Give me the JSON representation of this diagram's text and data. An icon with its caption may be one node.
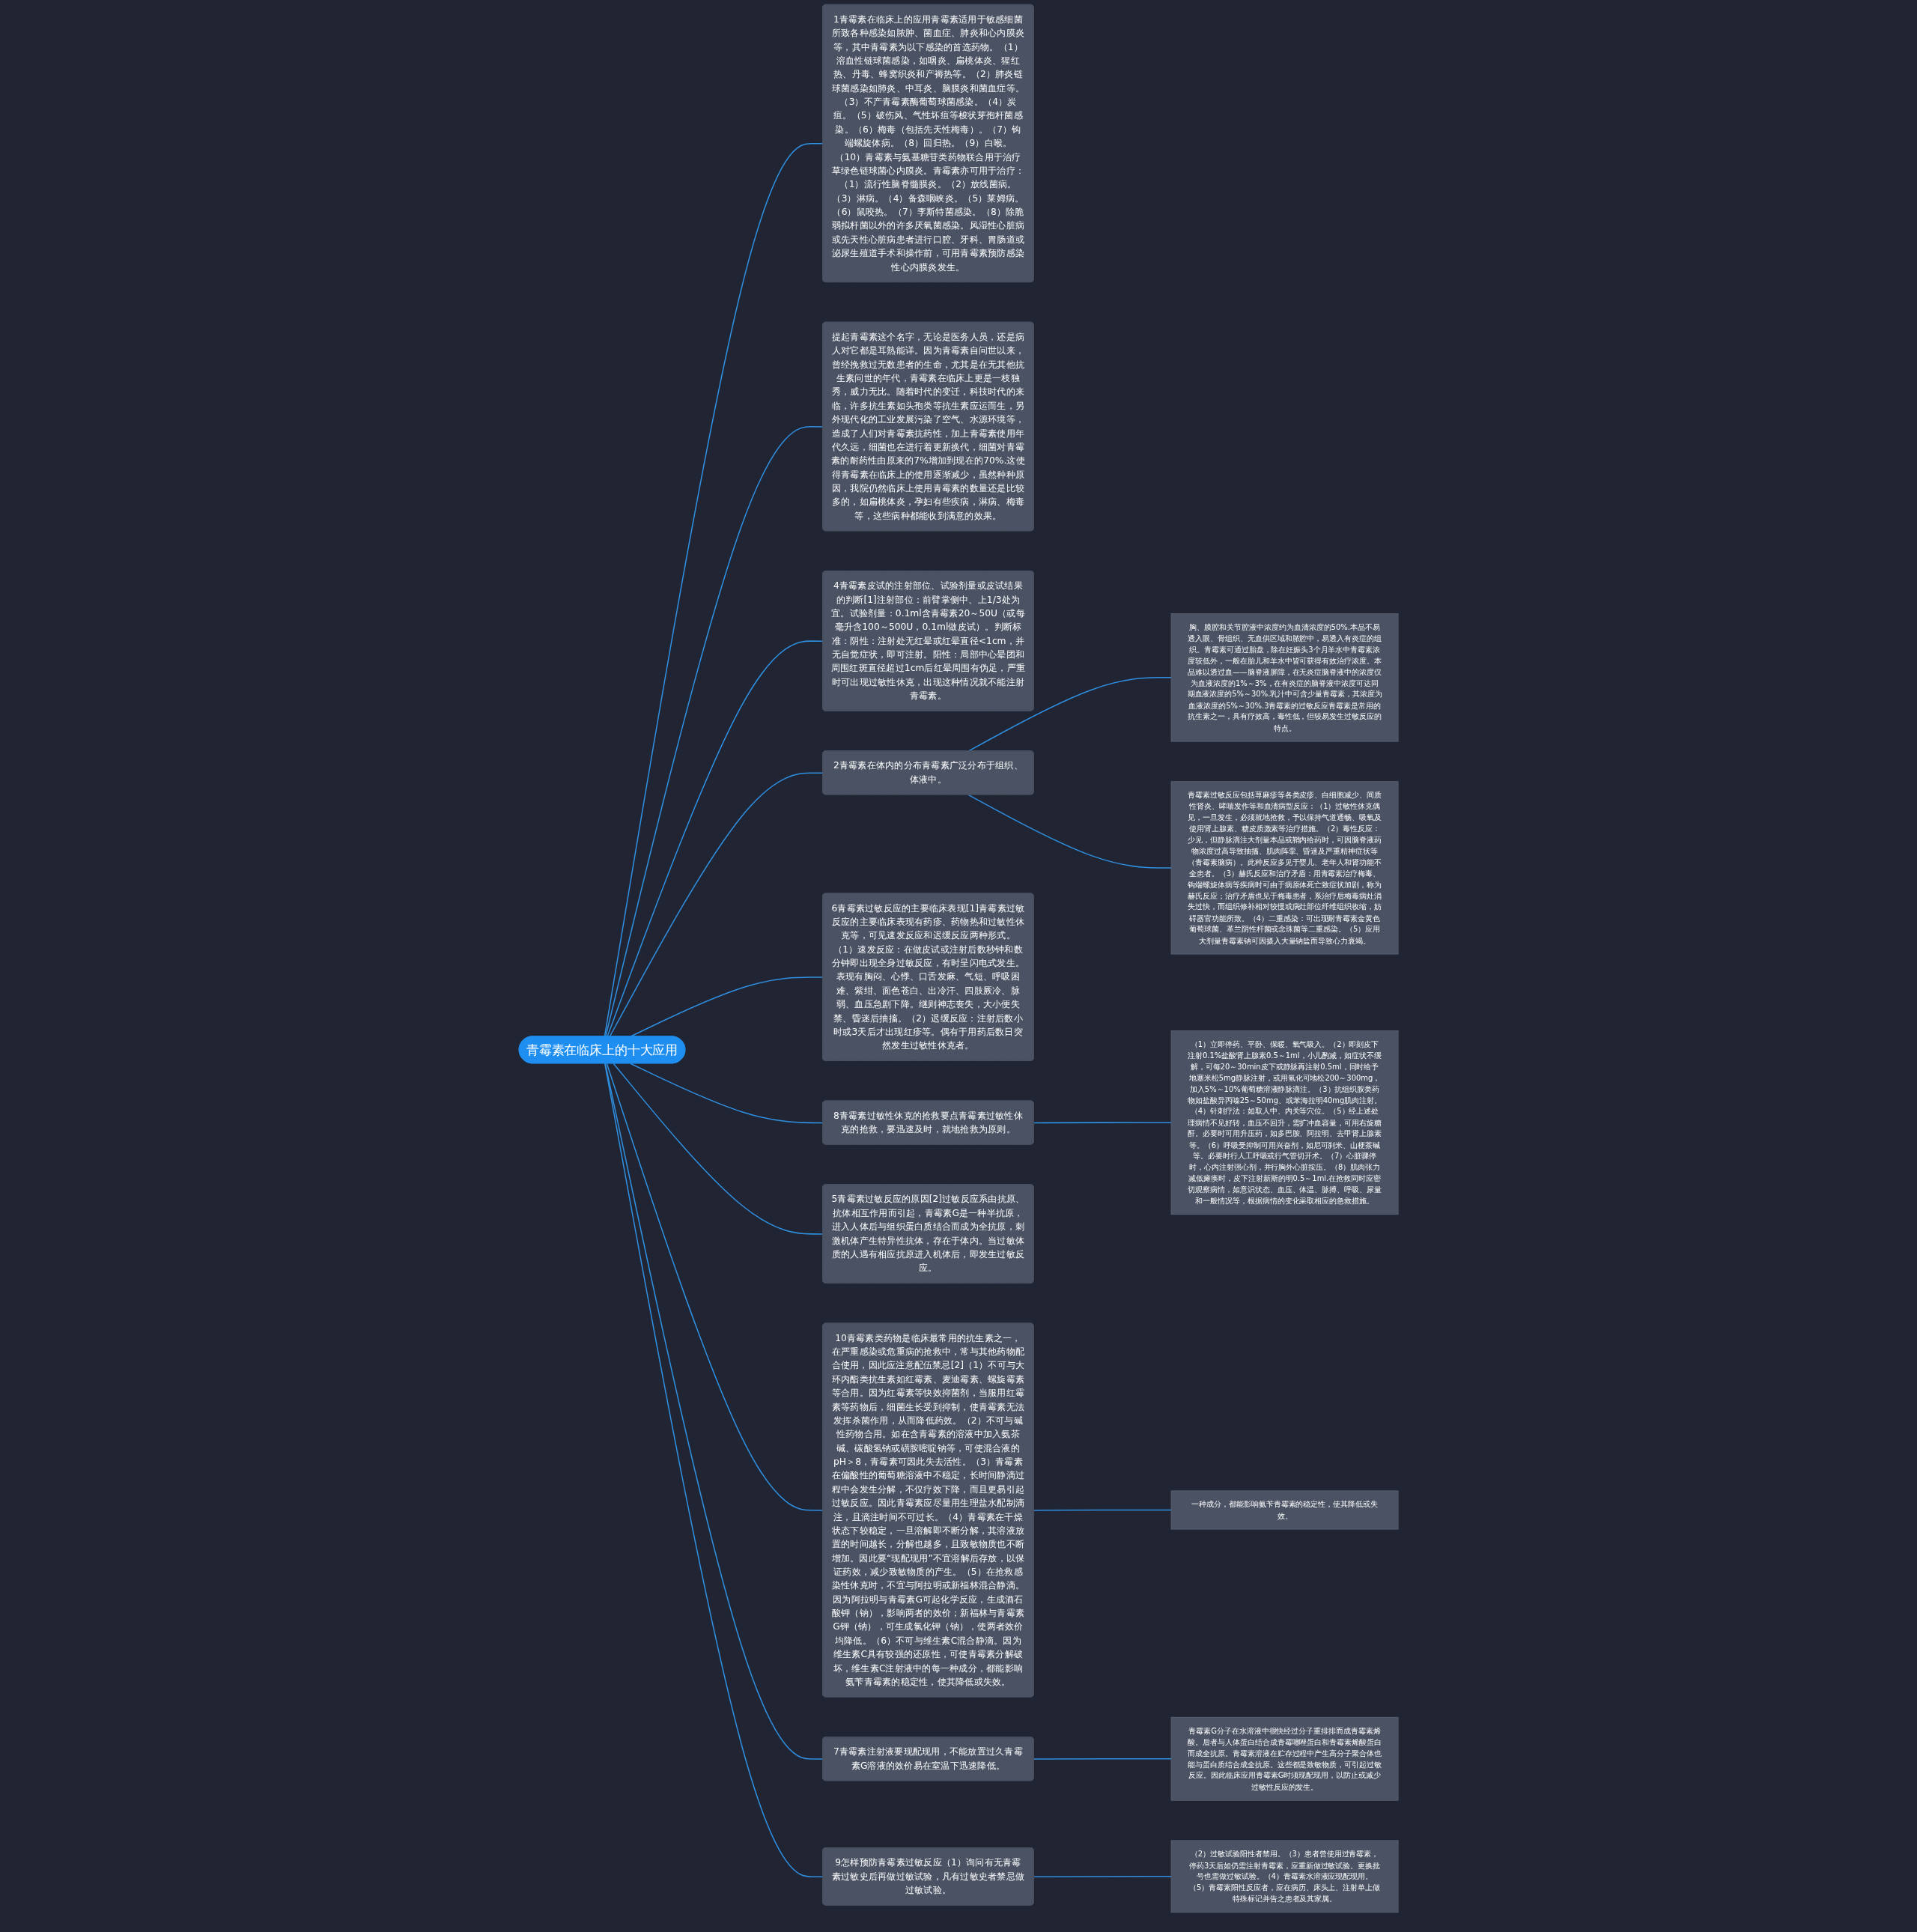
{
  "diagram": {
    "nodes": [
      {
        "text": [
          "青霉素在临床上的十大应用"
        ]
      },
      {
        "text": [
          "1青霉素在临床上的应用青霉素适用于敏感细菌所致各种感染如脓肿、菌血症、肺炎和心内膜炎等，其中青霉素为以下感染的首选药物。（1）溶血性链球菌感染，如咽炎、扁桃体炎、猩红热、丹毒、蜂窝织炎和产褥热等。（2）肺炎链球菌感染如肺炎、中耳炎、脑膜炎和菌血症等。（3）不产青霉素酶葡萄球菌感染。（4）炭疽。（5）破伤风、气性坏疽等梭状芽孢杆菌感染。（6）梅毒（包括先天性梅毒）。（7）钩端螺旋体病。（8）回归热。（9）白喉。（10）青霉素与氨基糖苷类药物联合用于治疗草绿色链球菌心内膜炎。青霉素亦可用于治疗：（1）流行性脑脊髓膜炎。（2）放线菌病。（3）淋病。（4）备森咽峡炎。（5）莱姆病。（6）鼠咬热。（7）李斯特菌感染。（8）除脆弱拟杆菌以外的许多厌氧菌感染。风湿性心脏病或先天性心脏病患者进行口腔、牙科、胃肠道或泌尿生殖道手术和操作前，可用青霉素预防感染性心内膜炎发生。"
        ]
      },
      {
        "text": [
          "提起青霉素这个名字，无论是医务人员，还是病人对它都是耳熟能详。因为青霉素自问世以来，曾经挽救过无数患者的生命，尤其是在无其他抗生素问世的年代，青霉素在临床上更是一枝独秀，威力无比。随着时代的变迁，科技时代的来临，许多抗生素如头孢类等抗生素应运而生，另外现代化的工业发展污染了空气、水源环境等，造成了人们对青霉素抗药性，加上青霉素使用年代久远，细菌也在进行着更新换代，细菌对青霉素的耐药性由原来的7%增加到现在的70%.这使得青霉素在临床上的使用逐渐减少，虽然种种原因，我院仍然临床上使用青霉素的数量还是比较多的，如扁桃体炎，孕妇有些疾病，淋病、梅毒等，这些病种都能收到满意的效果。"
        ]
      },
      {
        "text": [
          "4青霉素皮试的注射部位、试验剂量或皮试结果的判断[1]注射部位：前臂掌侧中、上1/3处为宜。试验剂量：0.1ml含青霉素20～50U（或每毫升含100～500U，0.1ml做皮试）。判断标准：阴性：注射处无红晕或红晕直径<1cm，并无自觉症状，即可注射。阳性：局部中心晕团和周围红斑直径超过1cm后红晕周围有伪足，严重时可出现过敏性休克，出现这种情况就不能注射青霉素。"
        ]
      },
      {
        "text": [
          "2青霉素在体内的分布青霉素广泛分布于组织、体液中。"
        ]
      },
      {
        "text": [
          "胸、膜腔和关节腔液中浓度约为血清浓度的50%.本品不易透入眼、骨组织、无血供区域和脓腔中，易透入有炎症的组织。青霉素可通过胎盘，除在妊娠头3个月羊水中青霉素浓度较低外，一般在胎儿和羊水中皆可获得有效治疗浓度。本品难以透过血——脑脊液屏障，在无炎症脑脊液中的浓度仅为血液浓度的1%～3%，在有炎症的脑脊液中浓度可达同期血液浓度的5%～30%.乳汁中可含少量青霉素，其浓度为血液浓度的5%～30%.3青霉素的过敏反应青霉素是常用的抗生素之一，具有疗效高，毒性低，但较易发生过敏反应的特点。"
        ]
      },
      {
        "text": [
          "青霉素过敏反应包括荨麻疹等各类皮疹、白细胞减少、间质性肾炎、哮喘发作等和血清病型反应：（1）过敏性休克偶见，一旦发生，必须就地抢救，予以保持气道通畅、吸氧及使用肾上腺素、糖皮质激素等治疗措施。（2）毒性反应：少见，但静脉滴注大剂量本品或鞘内给药时，可因脑脊液药物浓度过高导致抽搐、肌肉阵挛、昏迷及严重精神症状等（青霉素脑病）。此种反应多见于婴儿、老年人和肾功能不全患者。（3）赫氏反应和治疗矛盾：用青霉素治疗梅毒、钩端螺旋体病等疾病时可由于病原体死亡致症状加剧，称为赫氏反应；治疗矛盾也见于梅毒患者，系治疗后梅毒病灶消失过快，而组织修补相对较慢或病灶部位纤维组织收缩，妨碍器官功能所致。（4）二重感染：可出现耐青霉素金黄色葡萄球菌、革兰阴性杆菌或念珠菌等二重感染。（5）应用大剂量青霉素钠可因摄入大量钠盐而导致心力衰竭。"
        ]
      },
      {
        "text": [
          "6青霉素过敏反应的主要临床表现[1]青霉素过敏反应的主要临床表现有药疹、药物热和过敏性休克等，可见速发反应和迟缓反应两种形式。（1）速发反应：在做皮试或注射后数秒钟和数分钟即出现全身过敏反应，有时呈闪电式发生。表现有胸闷、心悸、口舌发麻、气短、呼吸困难、紫绀、面色苍白、出冷汗、四肢厥冷、脉弱、血压急剧下降。继则神志丧失，大小便失禁、昏迷后抽搐。（2）迟缓反应：注射后数小时或3天后才出现红疹等。偶有于用药后数日突然发生过敏性休克者。"
        ]
      },
      {
        "text": [
          "8青霉素过敏性休克的抢救要点青霉素过敏性休克的抢救，要迅速及时，就地抢救为原则。"
        ]
      },
      {
        "text": [
          "（1）立即停药、平卧、保暖、氧气吸入。（2）即刻皮下注射0.1%盐酸肾上腺素0.5～1ml，小儿酌减，如症状不缓解，可每20～30min皮下或静脉再注射0.5ml，同时给予地塞米松5mg静脉注射，或用氢化可地松200～300mg，加入5%～10%葡萄糖溶液静脉滴注。（3）抗组织胺类药物如盐酸异丙嗪25～50mg、或苯海拉明40mg肌肉注射。（4）针刺疗法：如取人中、内关等穴位。（5）经上述处理病情不见好转，血压不回升，需扩冲血容量，可用右旋糖酐。必要时可用升压药，如多巴胺、阿拉明、去甲肾上腺素等。（6）呼吸受抑制可用兴奋剂，如尼可刹米、山梗茶碱等。必要时行人工呼吸或行气管切开术。（7）心脏骤停时，心内注射强心剂，并行胸外心脏按压。（8）肌肉张力减低瘫痪时，皮下注射新斯的明0.5～1ml.在抢救同时应密切观察病情，如意识状态、血压、体温、脉搏、呼吸、尿量和一般情况等，根据病情的变化采取相应的急救措施。"
        ]
      },
      {
        "text": [
          "5青霉素过敏反应的原因[2]过敏反应系由抗原、抗体相互作用而引起，青霉素G是一种半抗原，进入人体后与组织蛋白质结合而成为全抗原，刺激机体产生特异性抗体，存在于体内。当过敏体质的人遇有相应抗原进入机体后，即发生过敏反应。"
        ]
      },
      {
        "text": [
          "10青霉素类药物是临床最常用的抗生素之一，在严重感染或危重病的抢救中，常与其他药物配合使用，因此应注意配伍禁忌[2]（1）不可与大环内酯类抗生素如红霉素、麦迪霉素、螺旋霉素等合用。因为红霉素等快效抑菌剂，当服用红霉素等药物后，细菌生长受到抑制，使青霉素无法发挥杀菌作用，从而降低药效。（2）不可与碱性药物合用。如在含青霉素的溶液中加入氨茶碱、碳酸氢钠或磺胺嘧啶钠等，可使混合液的pH＞8，青霉素可因此失去活性。（3）青霉素在偏酸性的葡萄糖溶液中不稳定，长时间静滴过程中会发生分解，不仅疗效下降，而且更易引起过敏反应。因此青霉素应尽量用生理盐水配制滴注，且滴注时间不可过长。（4）青霉素在干燥状态下较稳定，一旦溶解即不断分解，其溶液放置的时间越长，分解也越多，且致敏物质也不断增加。因此要“现配现用”不宜溶解后存放，以保证药效，减少致敏物质的产生。（5）在抢救感染性休克时，不宜与阿拉明或新福林混合静滴。因为阿拉明与青霉素G可起化学反应，生成酒石酸钾（钠），影响两者的效价；新福林与青霉素G钾（钠），可生成氯化钾（钠），使两者效价均降低。（6）不可与维生素C混合静滴。因为维生素C具有较强的还原性，可使青霉素分解破坏，维生素C注射液中的每一种成分，都能影响氨苄青霉素的稳定性，使其降低或失效。"
        ]
      },
      {
        "text": [
          "一种成分，都能影响氨苄青霉素的稳定性，使其降低或失效。"
        ]
      },
      {
        "text": [
          "7青霉素注射液要现配现用，不能放置过久青霉素G溶液的效价易在室温下迅速降低。"
        ]
      },
      {
        "text": [
          "青霉素G分子在水溶液中很快经过分子重排排而成青霉素烯酸。后者与人体蛋白结合成青霉噻唑蛋白和青霉素烯酸蛋白而成全抗原。青霉素溶液在贮存过程中产生高分子聚合体也能与蛋白质结合成全抗原。这些都是致敏物质，可引起过敏反应。因此临床应用青霉素G时须现配现用，以防止或减少过敏性反应的发生。"
        ]
      },
      {
        "text": [
          "9怎样预防青霉素过敏反应（1）询问有无青霉素过敏史后再做过敏试验，凡有过敏史者禁忌做过敏试验。"
        ]
      },
      {
        "text": [
          "（2）过敏试验阳性者禁用。（3）患者曾使用过青霉素，停药3天后如仍需注射青霉素，应重新做过敏试验。更换批号也需做过敏试验。（4）青霉素水溶液应现配现用。（5）青霉素阳性反应者，应在病历、床头上、注射单上做特殊标记并告之患者及其家属。"
        ]
      }
    ],
    "edges": [
      {
        "from": 0,
        "to": 1,
        "arrow": "none"
      },
      {
        "from": 0,
        "to": 2,
        "arrow": "none"
      },
      {
        "from": 0,
        "to": 3,
        "arrow": "none"
      },
      {
        "from": 0,
        "to": 4,
        "arrow": "none"
      },
      {
        "from": 4,
        "to": 5,
        "arrow": "none"
      },
      {
        "from": 4,
        "to": 6,
        "arrow": "none"
      },
      {
        "from": 0,
        "to": 7,
        "arrow": "none"
      },
      {
        "from": 0,
        "to": 8,
        "arrow": "none"
      },
      {
        "from": 8,
        "to": 9,
        "arrow": "none"
      },
      {
        "from": 0,
        "to": 10,
        "arrow": "none"
      },
      {
        "from": 0,
        "to": 11,
        "arrow": "none"
      },
      {
        "from": 11,
        "to": 12,
        "arrow": "none"
      },
      {
        "from": 0,
        "to": 13,
        "arrow": "none"
      },
      {
        "from": 13,
        "to": 14,
        "arrow": "none"
      },
      {
        "from": 0,
        "to": 15,
        "arrow": "none"
      },
      {
        "from": 15,
        "to": 16,
        "arrow": "none"
      }
    ]
  }
}
